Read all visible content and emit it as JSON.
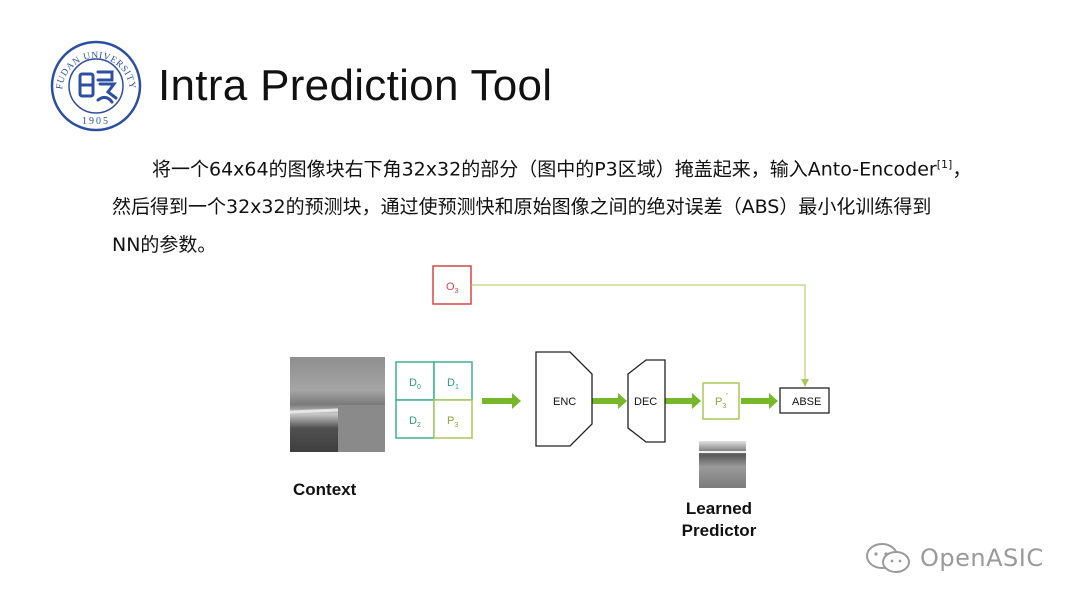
{
  "slide": {
    "title": "Intra Prediction Tool",
    "logo_text": "FUDAN UNIVERSITY",
    "logo_year": "1905",
    "paragraph": {
      "line1": "将一个64x64的图像块右下角32x32的部分（图中的P3区域）掩盖起来，输入Anto-Encoder",
      "ref": "[1]",
      "line1_end": "，",
      "line2": "然后得到一个32x32的预测块，通过使预测快和原始图像之间的绝对误差（ABS）最小化训练得到",
      "line3": "NN的参数。"
    }
  },
  "diagram": {
    "o3_base": "O",
    "o3_sub": "3",
    "d0_base": "D",
    "d0_sub": "0",
    "d1_base": "D",
    "d1_sub": "1",
    "d2_base": "D",
    "d2_sub": "2",
    "p3_base": "P",
    "p3_sub": "3",
    "enc": "ENC",
    "dec": "DEC",
    "p3p_base": "P",
    "p3p_sub": "3",
    "p3p_prime": "'",
    "abse": "ABSE",
    "context_label": "Context",
    "learned_line1": "Learned",
    "learned_line2": "Predictor"
  },
  "colors": {
    "red": "#d64545",
    "teal": "#3db38c",
    "green_light": "#a9c95a",
    "arrow_green": "#76b82a",
    "logo_blue": "#2d4fa0"
  },
  "watermark": {
    "text": "OpenASIC",
    "icon": "wechat-icon"
  }
}
